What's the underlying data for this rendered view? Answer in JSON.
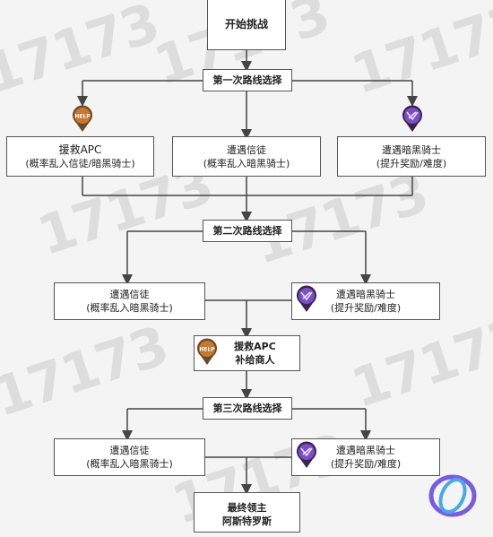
{
  "start": {
    "label": "开始挑战"
  },
  "route_choices": [
    "第一次路线选择",
    "第二次路线选择",
    "第三次路线选择"
  ],
  "stage1": [
    {
      "title": "援救APC",
      "note": "(概率乱入信徒/暗黑骑士)",
      "icon": "help-icon"
    },
    {
      "title": "遭遇信徒",
      "note": "(概率乱入暗黑骑士)"
    },
    {
      "title": "遭遇暗黑骑士",
      "note": "(提升奖励/难度)",
      "icon": "dark-knight-icon"
    }
  ],
  "stage2": [
    {
      "title": "遭遇信徒",
      "note": "(概率乱入暗黑骑士)"
    },
    {
      "title": "遭遇暗黑骑士",
      "note": "(提升奖励/难度)",
      "icon": "dark-knight-icon"
    }
  ],
  "rescue": {
    "title": "援救APC",
    "note": "补给商人",
    "icon": "help-icon"
  },
  "stage3": [
    {
      "title": "遭遇信徒",
      "note": "(概率乱入暗黑骑士)"
    },
    {
      "title": "遭遇暗黑骑士",
      "note": "(提升奖励/难度)",
      "icon": "dark-knight-icon"
    }
  ],
  "boss": {
    "title": "最终领主",
    "name": "阿斯特罗斯"
  },
  "watermark": "17173",
  "colors": {
    "line": "#444444",
    "box_border": "#555555",
    "help_icon": "#b5651d",
    "knight_icon": "#5b3a8c"
  }
}
